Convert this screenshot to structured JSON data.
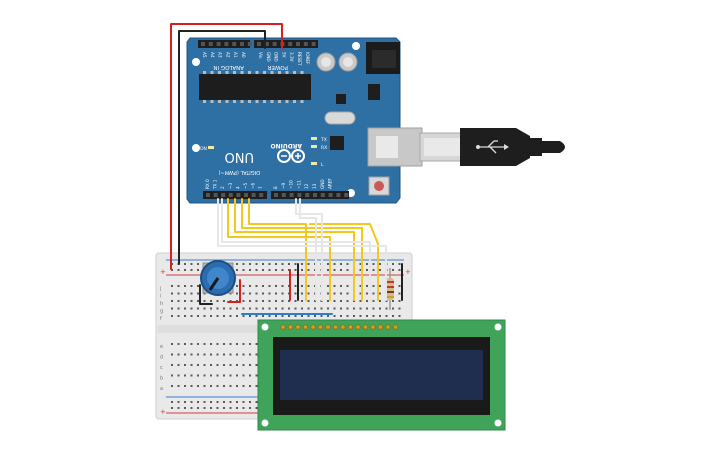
{
  "arduino": {
    "brand": "ARDUINO",
    "model": "UNO",
    "on_label": "ON",
    "tx_label": "TX",
    "rx_label": "RX",
    "l_label": "L",
    "analog_header": "ANALOG IN",
    "power_header": "POWER",
    "digital_header": "DIGITAL (PWM~)",
    "analog_pins": [
      "A5",
      "A4",
      "A3",
      "A2",
      "A1",
      "A0"
    ],
    "power_pins": [
      "Vin",
      "GND",
      "GND",
      "5V",
      "3.3V",
      "RESET",
      "IOREF"
    ],
    "digital_pins_left": [
      "RX 0",
      "TX 1",
      "2",
      "~3",
      "4",
      "~5",
      "~6",
      "7"
    ],
    "digital_pins_right": [
      "8",
      "~9",
      "~10",
      "~11",
      "12",
      "13",
      "GND",
      "AREF"
    ],
    "colors": {
      "board": "#2e6fa4",
      "board_dark": "#23557f",
      "chip": "#1d1d1d"
    }
  },
  "breadboard": {
    "rail_plus": "+",
    "rail_minus": "-",
    "row_letters": [
      "j",
      "i",
      "h",
      "g",
      "f",
      "e",
      "d",
      "c",
      "b",
      "a"
    ],
    "colors": {
      "body": "#e8e8e8",
      "rail_red": "#d33b3b",
      "rail_blue": "#3a7bd5"
    }
  },
  "lcd": {
    "colors": {
      "pcb": "#3fa35a",
      "screen": "#1f2d4f",
      "bezel": "#1a1a1a"
    }
  },
  "wires": {
    "colors": {
      "red": "#d62020",
      "black": "#222222",
      "yellow": "#f2c81d",
      "white": "#e6e6e6",
      "blue": "#2a7fd4"
    }
  }
}
